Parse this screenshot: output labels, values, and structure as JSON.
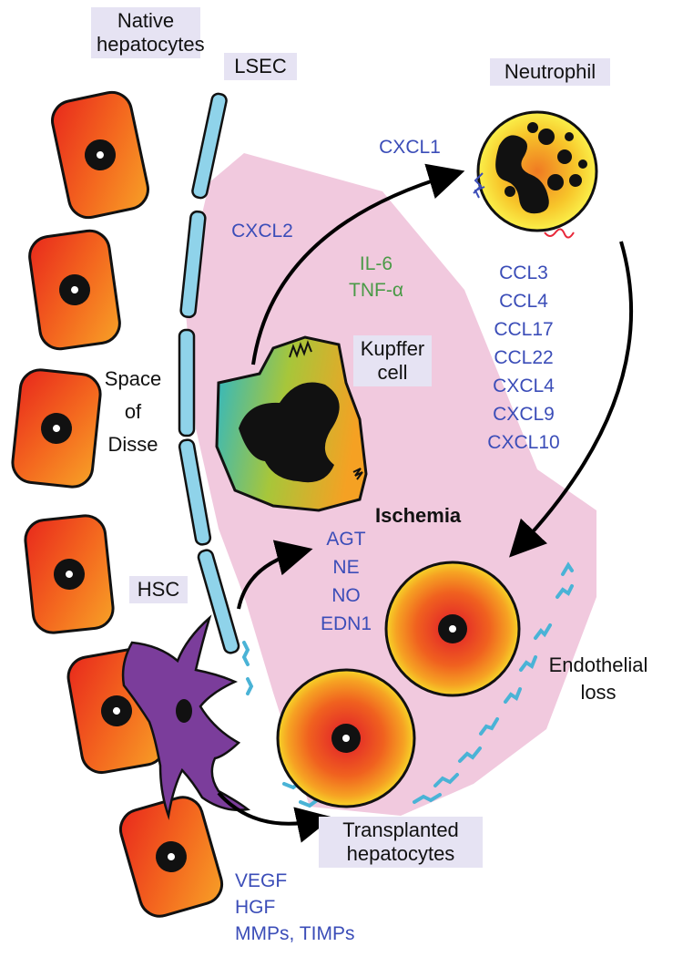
{
  "labels": {
    "native_hepatocytes": "Native\nhepatocytes",
    "lsec": "LSEC",
    "neutrophil": "Neutrophil",
    "kupffer_cell": "Kupffer\ncell",
    "hsc": "HSC",
    "transplanted_hepatocytes": "Transplanted\nhepatocytes",
    "space_of_disse": "Space\nof\nDisse",
    "ischemia": "Ischemia",
    "endothelial_loss": "Endothelial\nloss"
  },
  "mediators": {
    "cxcl1": "CXCL1",
    "cxcl2": "CXCL2",
    "kupffer_cytokines": [
      "IL-6",
      "TNF-α"
    ],
    "neutrophil_chemokines": [
      "CCL3",
      "CCL4",
      "CCL17",
      "CCL22",
      "CXCL4",
      "CXCL9",
      "CXCL10"
    ],
    "hsc_factors": [
      "AGT",
      "NE",
      "NO",
      "EDN1"
    ],
    "growth_factors": [
      "VEGF",
      "HGF",
      "MMPs, TIMPs"
    ]
  },
  "colors": {
    "mediator_blue": "#3b4db8",
    "cytokine_green": "#4a9a47",
    "sinusoid_pink": "#f1c9de",
    "label_box": "#e6e3f3",
    "lsec_blue": "#8fd3ea",
    "hsc_purple": "#7b3d9b"
  }
}
